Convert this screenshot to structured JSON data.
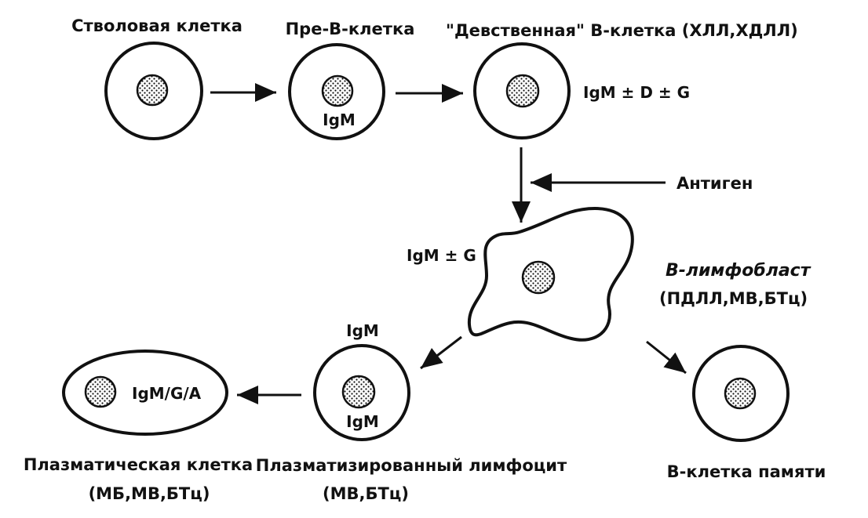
{
  "cells": {
    "stem": {
      "label": "Стволовая клетка"
    },
    "pre_b": {
      "label": "Пре-В-клетка",
      "marker": "IgM"
    },
    "naive_b": {
      "label": "\"Девственная\" В-клетка (ХЛЛ,ХДЛЛ)",
      "marker": "IgM ± D ± G"
    },
    "lymphoblast": {
      "label_line1": "В-лимфобласт",
      "label_line2": "(ПДЛЛ,МВ,БТц)",
      "marker": "IgM ± G"
    },
    "plasmacytoid": {
      "label_line1": "Плазматизированный лимфоцит",
      "label_line2": "(МВ,БТц)",
      "marker_top": "IgM",
      "marker_inner": "IgM"
    },
    "plasma": {
      "label_line1": "Плазматическая клетка",
      "label_line2": "(МБ,МВ,БТц)",
      "marker": "IgM/G/A"
    },
    "memory_b": {
      "label": "В-клетка памяти"
    }
  },
  "antigen": {
    "label": "Антиген"
  },
  "colors": {
    "ink": "#111111",
    "background": "#ffffff"
  }
}
